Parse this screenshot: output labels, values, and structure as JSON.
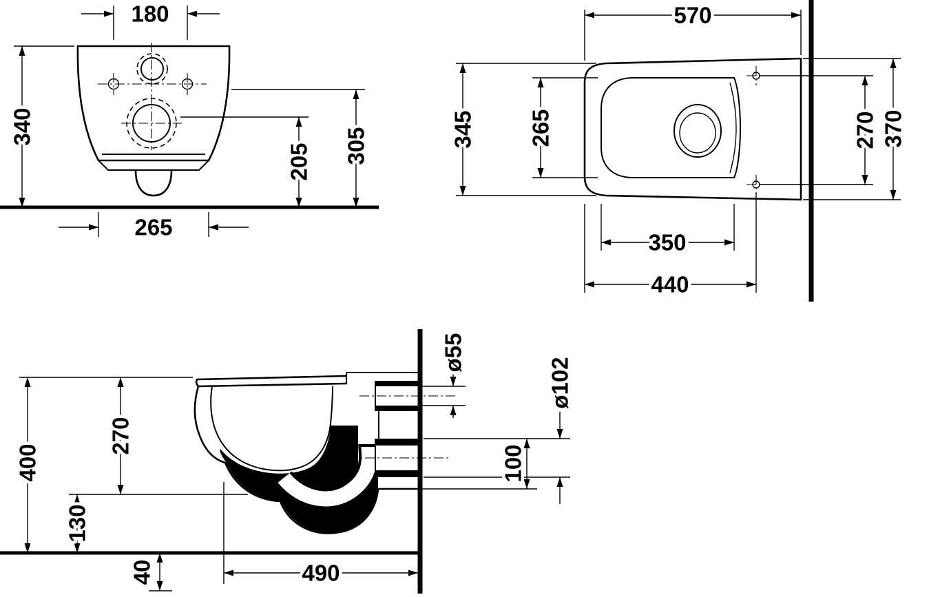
{
  "front": {
    "hole_spacing": "180",
    "total_height": "340",
    "base_width": "265",
    "rim_height": "305",
    "outlet_height": "205"
  },
  "plan": {
    "depth": "570",
    "front_width": "345",
    "bowl_width": "265",
    "hole_spacing": "270",
    "back_width": "370",
    "bowl_length": "350",
    "front_to_holes": "440"
  },
  "side": {
    "total_height": "400",
    "upper_height": "270",
    "lower_height": "130",
    "below_floor": "40",
    "depth": "490",
    "flush_pipe_dia": "ø55",
    "outlet_dia": "ø102",
    "outlet_drop": "100"
  }
}
